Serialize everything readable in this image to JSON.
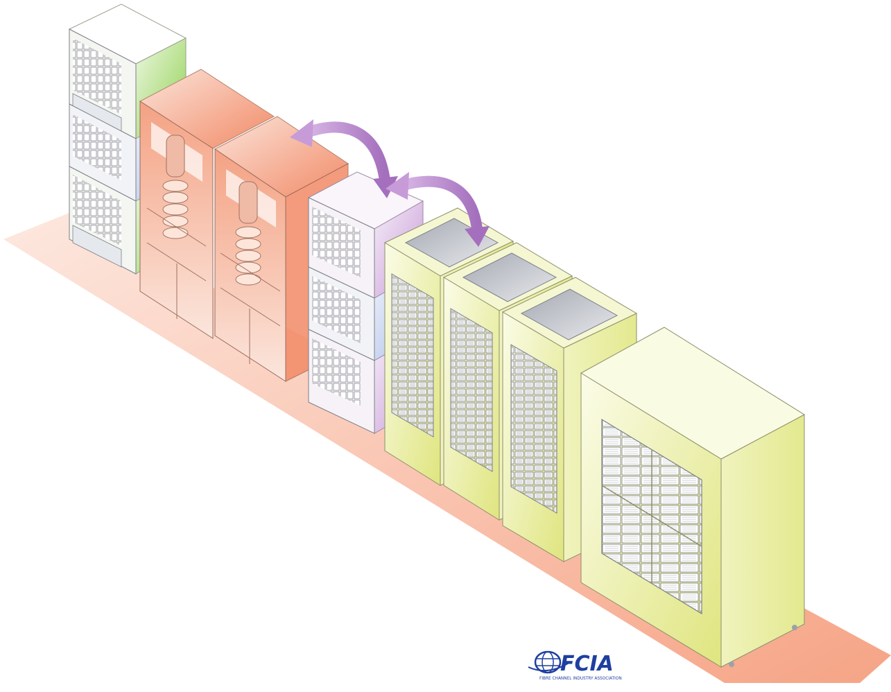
{
  "diagram": {
    "colors": {
      "floor": "#f6a486",
      "server_green": "#8fd14f",
      "server_blue": "#a9bde6",
      "server_purple": "#c89ad6",
      "mainframe_orange": "#f28a66",
      "storage_yellow": "#e3e98f",
      "arrow_purple": "#b07cc6",
      "logo_blue": "#1f3fa0"
    },
    "arrows": [
      {
        "name": "arrow-mainframe-to-server"
      },
      {
        "name": "arrow-server-to-storage"
      }
    ]
  },
  "logo": {
    "name": "FCIA",
    "tagline": "FIBRE CHANNEL INDUSTRY ASSOCIATION"
  }
}
